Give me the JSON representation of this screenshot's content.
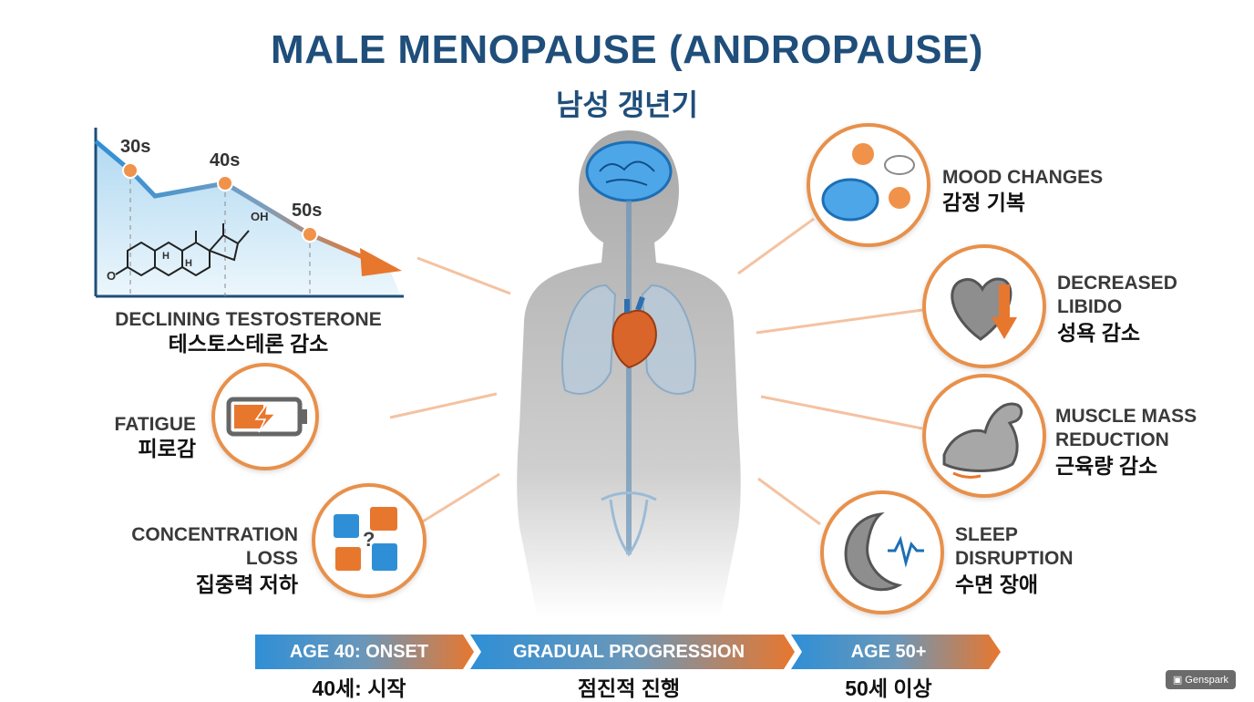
{
  "title": "MALE MENOPAUSE (ANDROPAUSE)",
  "subtitle": "남성 갱년기",
  "chart": {
    "ticks": [
      "30s",
      "40s",
      "50s"
    ],
    "molecule_label": "OH",
    "hydrogen_label": "H",
    "ketone_label": "O",
    "label_en": "DECLINING TESTOSTERONE",
    "label_ko": "테스토스테론 감소"
  },
  "symptoms": {
    "fatigue": {
      "en": "FATIGUE",
      "ko": "피로감"
    },
    "concentration": {
      "en1": "CONCENTRATION",
      "en2": "LOSS",
      "ko": "집중력 저하"
    },
    "mood": {
      "en": "MOOD CHANGES",
      "ko": "감정 기복"
    },
    "libido": {
      "en1": "DECREASED",
      "en2": "LIBIDO",
      "ko": "성욕 감소"
    },
    "muscle": {
      "en1": "MUSCLE MASS",
      "en2": "REDUCTION",
      "ko": "근육량 감소"
    },
    "sleep": {
      "en1": "SLEEP",
      "en2": "DISRUPTION",
      "ko": "수면 장애"
    }
  },
  "timeline": [
    {
      "en": "AGE 40: ONSET",
      "ko": "40세: 시작"
    },
    {
      "en": "GRADUAL PROGRESSION",
      "ko": "점진적 진행"
    },
    {
      "en": "AGE 50+",
      "ko": "50세 이상"
    }
  ],
  "badge": "Genspark",
  "colors": {
    "title": "#1f4e7a",
    "accent": "#e8904a",
    "blue": "#2f8fd6"
  }
}
